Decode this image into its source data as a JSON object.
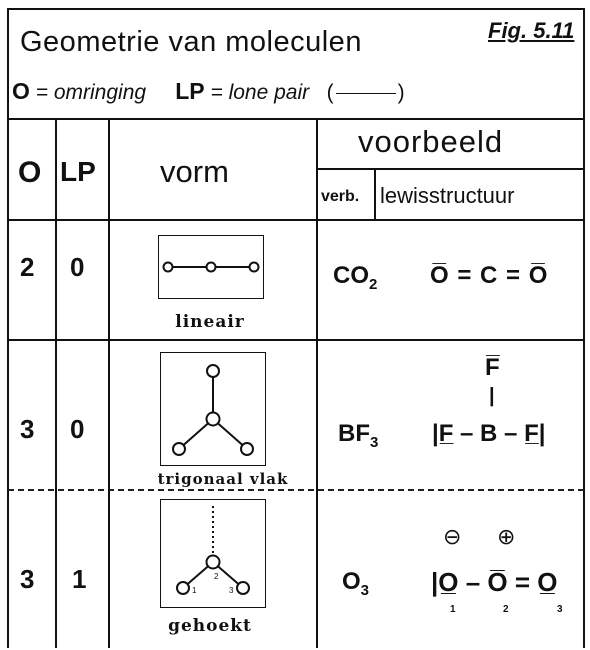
{
  "title": "Geometrie van moleculen",
  "figure_label": "Fig. 5.11",
  "legend": {
    "o_key": "O",
    "o_text": "= omringing",
    "lp_key": "LP",
    "lp_text": "= lone pair",
    "lp_symbol_open": "(",
    "lp_symbol_close": ")"
  },
  "headers": {
    "o": "O",
    "lp": "LP",
    "vorm": "vorm",
    "voorbeeld": "voorbeeld",
    "verb": "verb.",
    "lewis": "lewisstructuur"
  },
  "rows": [
    {
      "o": "2",
      "lp": "0",
      "shape_caption": "lineair",
      "compound": "CO",
      "compound_sub": "2",
      "lewis": "O̅ = C = O̅"
    },
    {
      "o": "3",
      "lp": "0",
      "shape_caption": "trigonaal vlak",
      "compound": "BF",
      "compound_sub": "3",
      "lewis_top": "F̅",
      "lewis_bond": "|",
      "lewis": "|F̲ – B – F̲|"
    },
    {
      "o": "3",
      "lp": "1",
      "shape_caption": "gehoekt",
      "compound": "O",
      "compound_sub": "3",
      "charges": [
        "⊖",
        "⊕"
      ],
      "lewis": "|O̲ – O̅ = O̲",
      "atom_numbers": [
        "1",
        "2",
        "3"
      ],
      "shape_numbers": [
        "1",
        "2",
        "3"
      ]
    }
  ]
}
